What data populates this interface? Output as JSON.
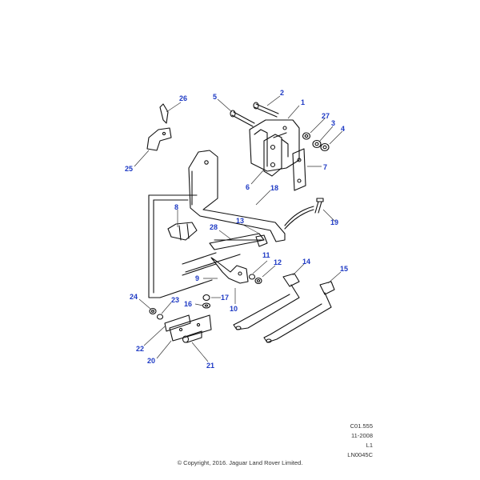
{
  "colors": {
    "callout": "#1d39c4",
    "line": "#111111",
    "leader": "#333333"
  },
  "callouts": [
    {
      "id": "c1",
      "text": "1"
    },
    {
      "id": "c2",
      "text": "2"
    },
    {
      "id": "c3",
      "text": "3"
    },
    {
      "id": "c4",
      "text": "4"
    },
    {
      "id": "c5",
      "text": "5"
    },
    {
      "id": "c6",
      "text": "6"
    },
    {
      "id": "c7",
      "text": "7"
    },
    {
      "id": "c8",
      "text": "8"
    },
    {
      "id": "c9",
      "text": "9"
    },
    {
      "id": "c10",
      "text": "10"
    },
    {
      "id": "c11",
      "text": "11"
    },
    {
      "id": "c12",
      "text": "12"
    },
    {
      "id": "c13",
      "text": "13"
    },
    {
      "id": "c14",
      "text": "14"
    },
    {
      "id": "c15",
      "text": "15"
    },
    {
      "id": "c16",
      "text": "16"
    },
    {
      "id": "c17",
      "text": "17"
    },
    {
      "id": "c18",
      "text": "18"
    },
    {
      "id": "c19",
      "text": "19"
    },
    {
      "id": "c20",
      "text": "20"
    },
    {
      "id": "c21",
      "text": "21"
    },
    {
      "id": "c22",
      "text": "22"
    },
    {
      "id": "c23",
      "text": "23"
    },
    {
      "id": "c24",
      "text": "24"
    },
    {
      "id": "c25",
      "text": "25"
    },
    {
      "id": "c26",
      "text": "26"
    },
    {
      "id": "c27",
      "text": "27"
    },
    {
      "id": "c28",
      "text": "28"
    }
  ],
  "meta": {
    "ref": "C01.555",
    "date": "11-2008",
    "level": "L1",
    "code": "LN0045C"
  },
  "copyright": "© Copyright, 2016. Jaguar Land Rover Limited."
}
